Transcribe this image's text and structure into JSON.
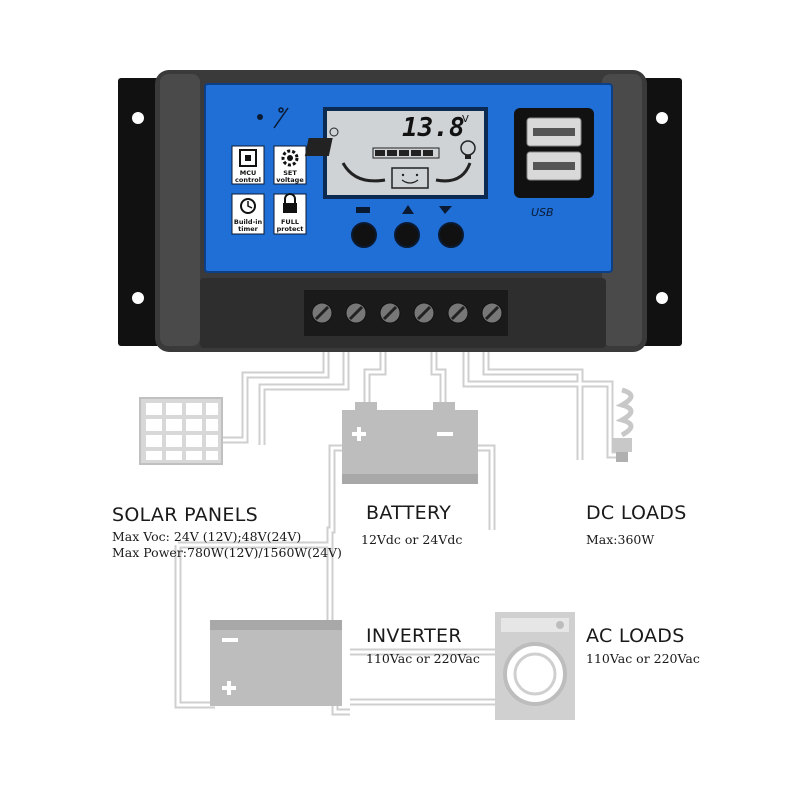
{
  "controller": {
    "display_voltage": "13.8",
    "display_unit": "V",
    "features": [
      {
        "label_line1": "MCU",
        "label_line2": "control"
      },
      {
        "label_line1": "SET",
        "label_line2": "voltage"
      },
      {
        "label_line1": "Build-in",
        "label_line2": "timer"
      },
      {
        "label_line1": "FULL",
        "label_line2": "protect"
      }
    ],
    "usb_label": "USB",
    "colors": {
      "panel_blue": "#1f6fd6",
      "body_gray": "#3c3c3c",
      "lcd": "#cfd3d6"
    }
  },
  "components": {
    "solar": {
      "title": "SOLAR PANELS",
      "spec_line1": "Max Voc: 24V (12V);48V(24V)",
      "spec_line2": "Max Power:780W(12V)/1560W(24V)"
    },
    "battery": {
      "title": "BATTERY",
      "spec": "12Vdc or 24Vdc"
    },
    "dc_loads": {
      "title": "DC LOADS",
      "spec": "Max:360W"
    },
    "inverter": {
      "title": "INVERTER",
      "spec": "110Vac or 220Vac"
    },
    "ac_loads": {
      "title": "AC LOADS",
      "spec": "110Vac or 220Vac"
    }
  }
}
